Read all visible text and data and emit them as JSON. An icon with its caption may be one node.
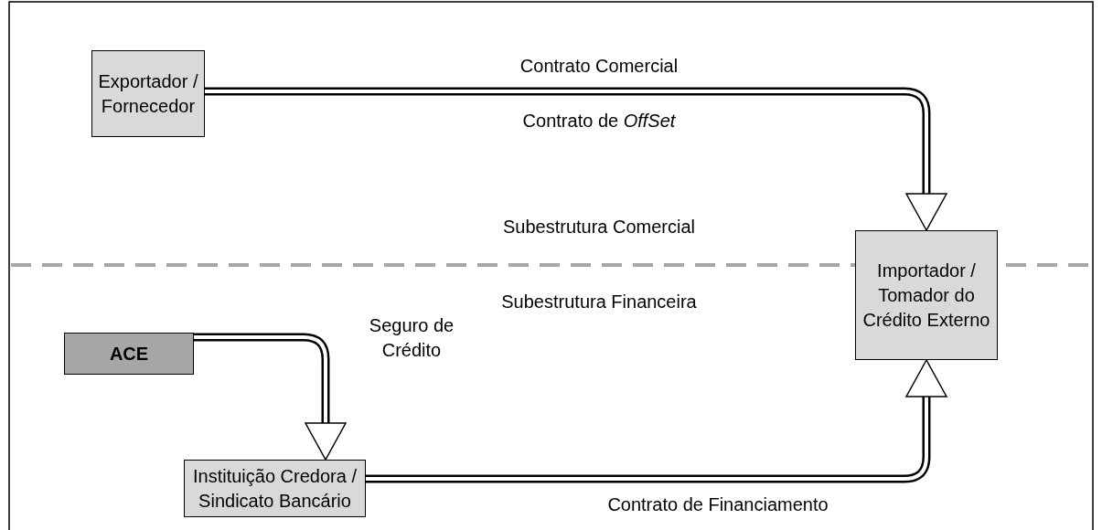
{
  "diagram": {
    "nodes": [
      {
        "text": [
          "Exportador / Fornecedor"
        ]
      },
      {
        "text": [
          "Importador / Tomador do Crédito Externo"
        ]
      },
      {
        "text": [
          "ACE"
        ]
      },
      {
        "text": [
          "Instituição Credora / Sindicato Bancário"
        ]
      }
    ],
    "edges": [
      {
        "from": 0,
        "to": 1,
        "arrow": "to",
        "label": "Contrato Comercial"
      },
      {
        "from": 2,
        "to": 3,
        "arrow": "to",
        "label": "Seguro de Crédito"
      },
      {
        "from": 3,
        "to": 1,
        "arrow": "to",
        "label": "Contrato de Financiamento"
      }
    ],
    "labels": [
      "Contrato de *OffSet*",
      "Subestrutura Comercial",
      "Subestrutura Financeira"
    ]
  }
}
